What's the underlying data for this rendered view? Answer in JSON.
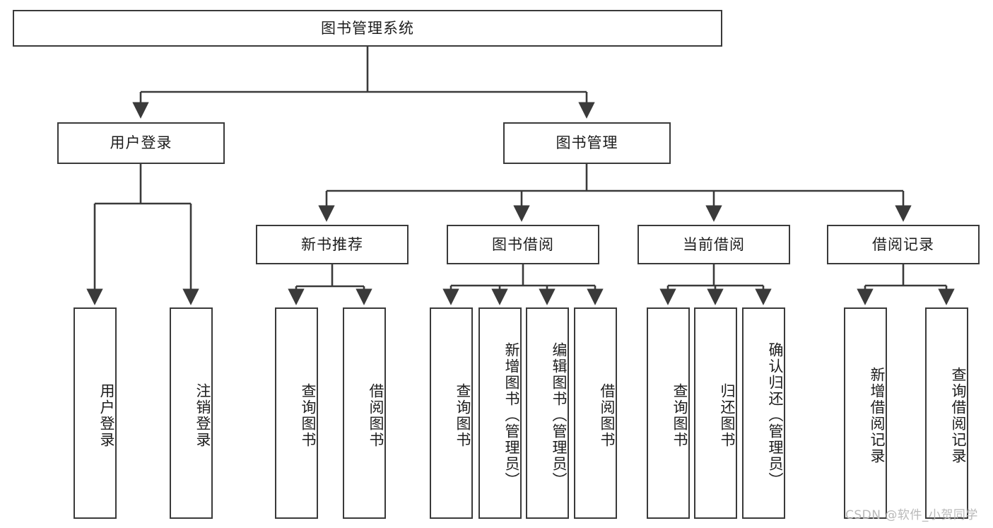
{
  "diagram": {
    "title": "图书管理系统",
    "type": "functional-structure-tree",
    "root": {
      "label": "图书管理系统"
    },
    "level1": [
      {
        "label": "用户登录"
      },
      {
        "label": "图书管理"
      }
    ],
    "level2": [
      {
        "label": "新书推荐"
      },
      {
        "label": "图书借阅"
      },
      {
        "label": "当前借阅"
      },
      {
        "label": "借阅记录"
      }
    ],
    "leaves": {
      "user_login": [
        {
          "label": "用户登录"
        },
        {
          "label": "注销登录"
        }
      ],
      "new_book_recommend": [
        {
          "label": "查询图书"
        },
        {
          "label": "借阅图书"
        }
      ],
      "book_borrow": [
        {
          "label": "查询图书"
        },
        {
          "label": "新增图书（管理员）"
        },
        {
          "label": "编辑图书（管理员）"
        },
        {
          "label": "借阅图书"
        }
      ],
      "current_borrow": [
        {
          "label": "查询图书"
        },
        {
          "label": "归还图书"
        },
        {
          "label": "确认归还（管理员）"
        }
      ],
      "borrow_record": [
        {
          "label": "新增借阅记录"
        },
        {
          "label": "查询借阅记录"
        }
      ]
    }
  },
  "watermark": {
    "text": "CSDN @软件_小贺同学"
  },
  "colors": {
    "stroke": "#3a3a3a",
    "text": "#1d1d1d",
    "background": "#ffffff",
    "watermark": "#b9b9b9"
  }
}
